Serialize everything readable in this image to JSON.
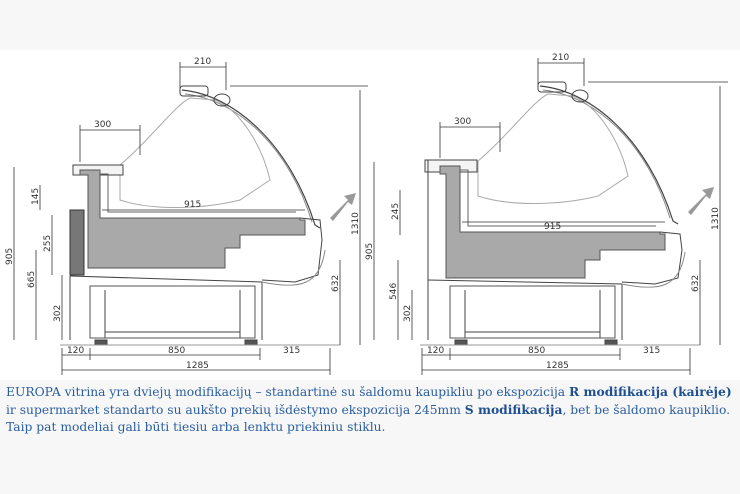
{
  "left_drawing": {
    "dims": {
      "top_width": "210",
      "shelf_offset": "300",
      "shelf_depth": "915",
      "h_145": "145",
      "h_255": "255",
      "h_905": "905",
      "h_665": "665",
      "h_302": "302",
      "h_1310": "1310",
      "h_632": "632",
      "w_120": "120",
      "w_850": "850",
      "w_315": "315",
      "w_1285": "1285"
    }
  },
  "right_drawing": {
    "dims": {
      "top_width": "210",
      "shelf_offset": "300",
      "shelf_depth": "915",
      "h_245": "245",
      "h_905": "905",
      "h_546": "546",
      "h_302": "302",
      "h_1310": "1310",
      "h_632": "632",
      "w_120": "120",
      "w_850": "850",
      "w_315": "315",
      "w_1285": "1285"
    }
  },
  "caption": {
    "part1": "EUROPA vitrina yra dviejų modifikacijų – standartinė su šaldomu kaupikliu po ekspozicija ",
    "bold1": "R modifikacija (kairėje)",
    "part2": " ir supermarket standarto su aukšto prekių išdėstymo ekspozicija 245mm ",
    "bold2": "S modifikacija",
    "part3": ", bet be šaldomo kaupiklio. Taip pat modeliai gali būti tiesiu arba lenktu priekiniu stiklu."
  },
  "colors": {
    "caption_text": "#2b5e9e",
    "arrow": "#999999",
    "evaporator_fill": "#a9a9a9"
  }
}
